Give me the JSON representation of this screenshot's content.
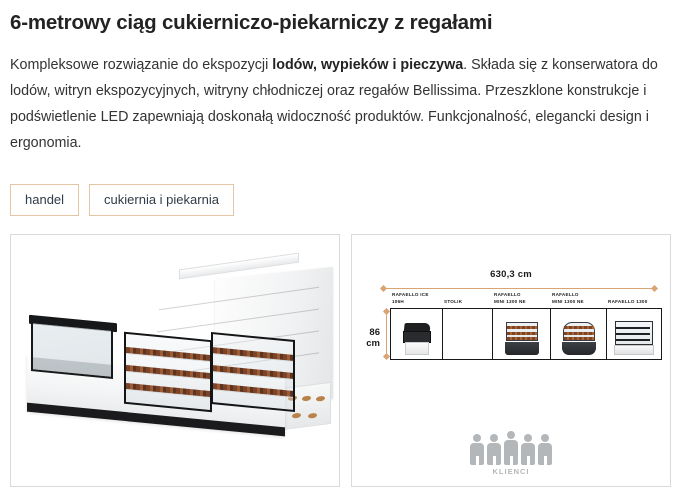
{
  "page": {
    "title": "6-metrowy ciąg cukierniczo-piekarniczy z regałami",
    "description_part1": "Kompleksowe rozwiązanie do ekspozycji ",
    "description_bold": "lodów, wypieków i pieczywa",
    "description_part2": ". Składa się z konserwatora do lodów, witryn ekspozycyjnych, witryny chłodniczej oraz regałów Bellissima. Przeszklone konstrukcje i podświetlenie LED zapewniają doskonałą widoczność produktów. Funkcjonalność, elegancki design i ergonomia."
  },
  "tags": [
    {
      "label": "handel"
    },
    {
      "label": "cukiernia i piekarnia"
    }
  ],
  "photo_panel": {
    "alt": "bakery-display-counter-line-photo"
  },
  "diagram": {
    "total_width_label": "630,3 cm",
    "height_label": "86 cm",
    "clients_label": "KLIENCI",
    "units": [
      {
        "label": "RAFAELLO ICE 106H",
        "art": "ice",
        "width": 52
      },
      {
        "label": "STOLIK",
        "art": "empty",
        "width": 50
      },
      {
        "label": "RAFAELLO\nMINI 1300 NE",
        "art": "case",
        "width": 58
      },
      {
        "label": "RAFAELLO\nMINI 1300 NE",
        "art": "case-rounded",
        "width": 56
      },
      {
        "label": "RAFAELLO 1300",
        "art": "big",
        "width": 54
      }
    ],
    "people_count": 5
  },
  "colors": {
    "tag_border": "#e6c4a4",
    "dimension_arrow": "#d9a472",
    "panel_border": "#d8dadc",
    "clients_gray": "#b4b7b9",
    "text": "#333333",
    "heading": "#232323"
  }
}
